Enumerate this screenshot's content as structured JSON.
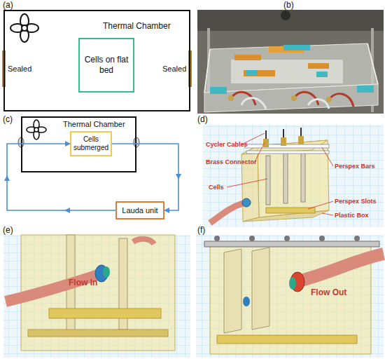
{
  "diagram": {
    "nodes": [
      {
        "text": [
          "Thermal Chamber"
        ]
      },
      {
        "text": [
          "Cells on flat bed"
        ],
        "in": 0
      },
      {
        "text": [
          "Thermal Chamber"
        ]
      },
      {
        "text": [
          "Cells submerged"
        ],
        "in": 2
      },
      {
        "text": [
          "Lauda unit"
        ]
      }
    ],
    "edges": [
      {
        "from": 3,
        "to": 4,
        "arrow": "to"
      },
      {
        "from": 4,
        "to": 3,
        "arrow": "to"
      }
    ],
    "labels": [
      "(a)",
      "(b)",
      "(c)",
      "(d)",
      "(e)",
      "(f)",
      "Sealed",
      "Sealed",
      "Cycler Cables",
      "Brass Connector",
      "Cells",
      "Perspex Bars",
      "Perspex Slots",
      "Plastic Box",
      "Flow In",
      "Flow Out"
    ]
  }
}
